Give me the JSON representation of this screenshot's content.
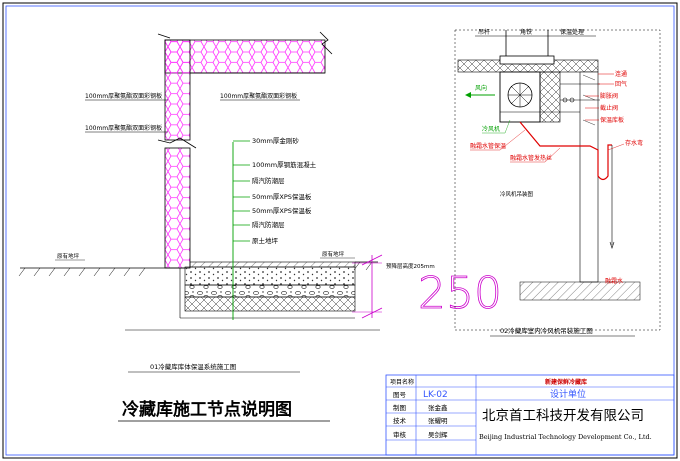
{
  "left_detail": {
    "labels_upper": [
      "100mm厚聚氨酯双面彩钢板",
      "100mm厚聚氨酯双面彩钢板",
      "100mm厚聚氨酯双面彩钢板"
    ],
    "floor_layers": [
      "30mm厚金刚砂",
      "100mm厚钢筋混凝土",
      "隔汽防潮层",
      "50mm厚XPS保温板",
      "50mm厚XPS保温板",
      "隔汽防潮层",
      "原土地坪"
    ],
    "ground_left": "原有地坪",
    "ground_right": "原有地坪",
    "height_note": "预降层高度205mm",
    "big_dim": "250",
    "caption": "01冷藏库库体保温系统施工图"
  },
  "right_detail": {
    "top_labels": [
      "吊杆",
      "角铁",
      "保温处理"
    ],
    "side_labels": [
      "连通",
      "回气",
      "膨胀阀",
      "截止阀",
      "保温库板"
    ],
    "wind": "风向",
    "unit": "冷风机",
    "drain_pipe_left": "融霜水管保温",
    "drain_pipe_left2": "融霜水管发热丝",
    "trap": "存水弯",
    "drain": "融霜水",
    "small_caption": "冷风机吊装图",
    "caption": "02冷藏库室内冷风机吊装施工图"
  },
  "title": "冷藏库施工节点说明图",
  "title_block": {
    "project_label": "项目名称",
    "project_value": "新建保鲜冷藏库",
    "drawing_no_label": "图号",
    "drawing_no_value": "LK-02",
    "design_unit_label": "设计单位",
    "draw_label": "制图",
    "draw_value": "张金鑫",
    "tech_label": "技术",
    "tech_value": "张耀明",
    "review_label": "审核",
    "review_value": "吴剑辉",
    "company_cn": "北京首工科技开发有限公司",
    "company_en": "Beijing Industrial Technology Development Co., Ltd."
  },
  "colors": {
    "insulation_magenta": "#ff33ff",
    "leader_green": "#00a000",
    "dim_magenta": "#cc00cc",
    "frame_blue": "#3355ff",
    "red_text": "#e00000",
    "title_red": "#cc0000"
  }
}
